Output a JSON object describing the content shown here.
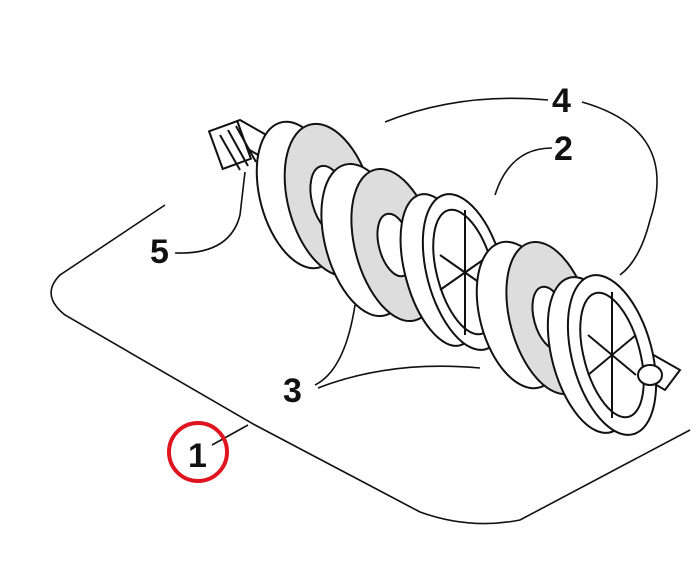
{
  "diagram": {
    "callouts": [
      {
        "id": "1",
        "label": "1",
        "highlighted": true
      },
      {
        "id": "2",
        "label": "2"
      },
      {
        "id": "3",
        "label": "3"
      },
      {
        "id": "4",
        "label": "4"
      },
      {
        "id": "5",
        "label": "5"
      }
    ],
    "colors": {
      "highlight_circle": "#e0141e",
      "ink": "#111111"
    }
  }
}
